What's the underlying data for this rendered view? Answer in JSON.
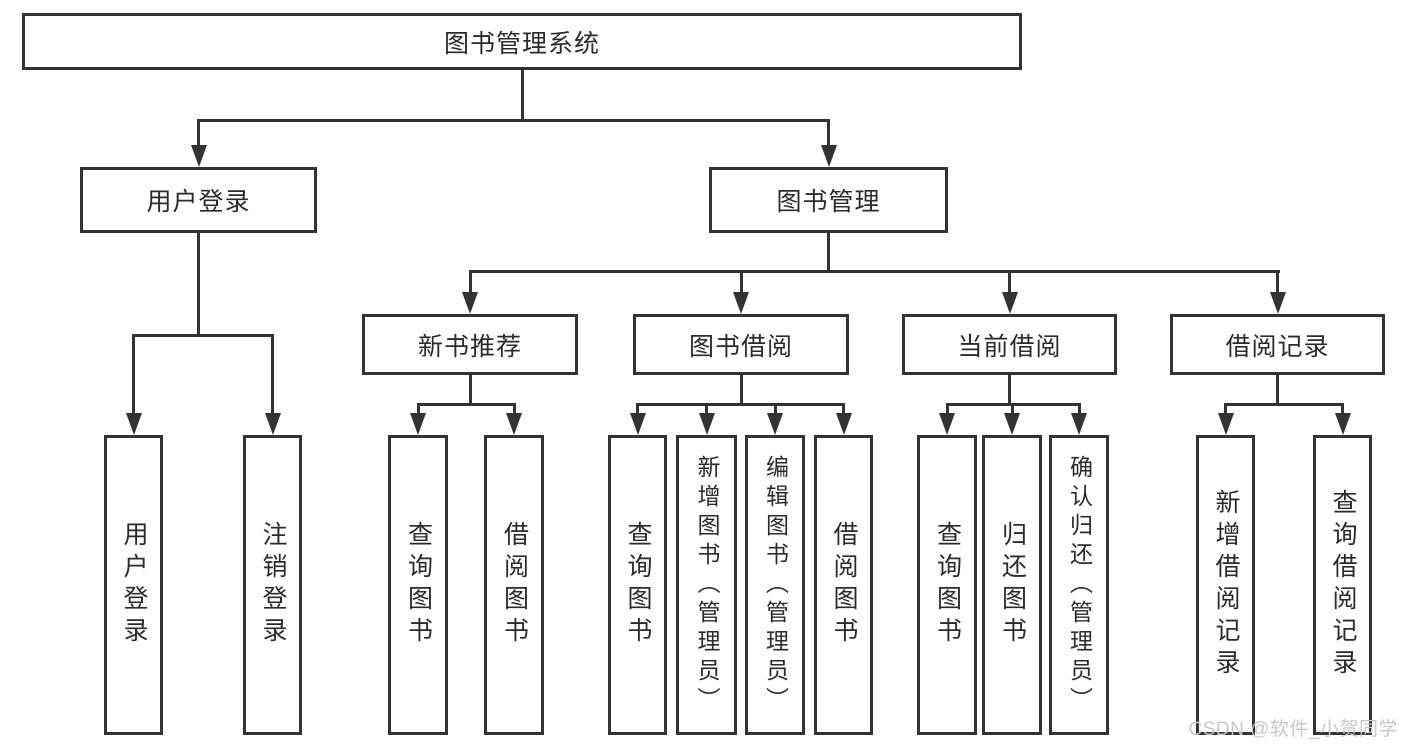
{
  "diagram": {
    "type": "hierarchy-tree",
    "nodes": {
      "root": {
        "label": "图书管理系统"
      },
      "user_login": {
        "label": "用户登录"
      },
      "book_management": {
        "label": "图书管理"
      },
      "new_book_recommend": {
        "label": "新书推荐"
      },
      "book_borrowing": {
        "label": "图书借阅"
      },
      "current_borrowing": {
        "label": "当前借阅"
      },
      "borrowing_records": {
        "label": "借阅记录"
      },
      "leaf_user_login": {
        "label": "用户登录"
      },
      "leaf_logout": {
        "label": "注销登录"
      },
      "leaf_query_books_recommend": {
        "label": "查询图书"
      },
      "leaf_borrow_books_recommend": {
        "label": "借阅图书"
      },
      "leaf_query_books_borrowing": {
        "label": "查询图书"
      },
      "leaf_add_book_admin": {
        "label": "新增图书（管理员）"
      },
      "leaf_edit_book_admin": {
        "label": "编辑图书（管理员）"
      },
      "leaf_borrow_books_borrowing": {
        "label": "借阅图书"
      },
      "leaf_query_books_current": {
        "label": "查询图书"
      },
      "leaf_return_book": {
        "label": "归还图书"
      },
      "leaf_confirm_return_admin": {
        "label": "确认归还（管理员）"
      },
      "leaf_add_borrow_record": {
        "label": "新增借阅记录"
      },
      "leaf_query_borrow_record": {
        "label": "查询借阅记录"
      }
    },
    "edges": [
      [
        "图书管理系统",
        "用户登录"
      ],
      [
        "图书管理系统",
        "图书管理"
      ],
      [
        "用户登录",
        "用户登录"
      ],
      [
        "用户登录",
        "注销登录"
      ],
      [
        "图书管理",
        "新书推荐"
      ],
      [
        "图书管理",
        "图书借阅"
      ],
      [
        "图书管理",
        "当前借阅"
      ],
      [
        "图书管理",
        "借阅记录"
      ],
      [
        "新书推荐",
        "查询图书"
      ],
      [
        "新书推荐",
        "借阅图书"
      ],
      [
        "图书借阅",
        "查询图书"
      ],
      [
        "图书借阅",
        "新增图书（管理员）"
      ],
      [
        "图书借阅",
        "编辑图书（管理员）"
      ],
      [
        "图书借阅",
        "借阅图书"
      ],
      [
        "当前借阅",
        "查询图书"
      ],
      [
        "当前借阅",
        "归还图书"
      ],
      [
        "当前借阅",
        "确认归还（管理员）"
      ],
      [
        "借阅记录",
        "新增借阅记录"
      ],
      [
        "借阅记录",
        "查询借阅记录"
      ]
    ],
    "colors": {
      "background": "#ffffff",
      "box_fill": "#ffffff",
      "box_border": "#333333",
      "line": "#333333",
      "text": "#2b2b2b",
      "watermark": "#c4c7cb"
    }
  },
  "watermark": {
    "text": "CSDN @软件_小贺同学"
  }
}
